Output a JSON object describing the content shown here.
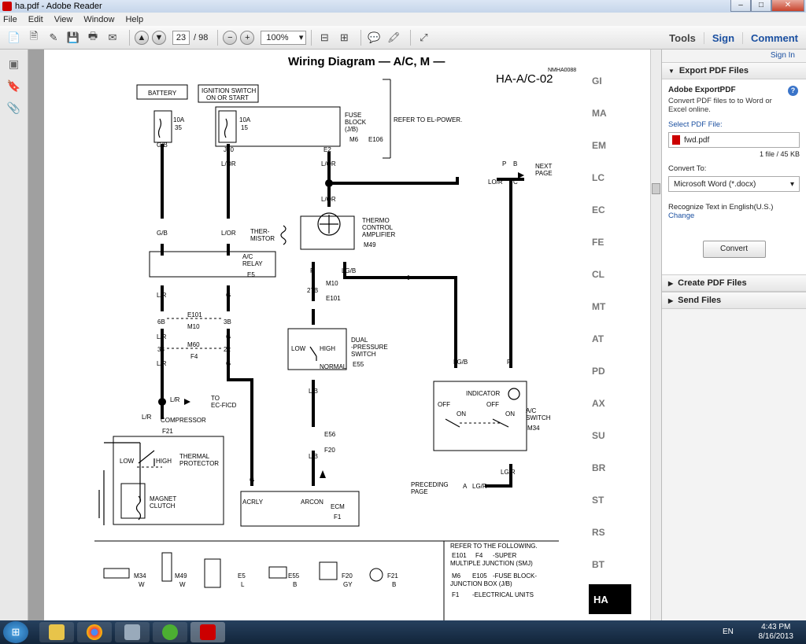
{
  "window": {
    "title": "ha.pdf - Adobe Reader"
  },
  "menu": [
    "File",
    "Edit",
    "View",
    "Window",
    "Help"
  ],
  "toolbar": {
    "page_current": "23",
    "page_total": "/ 98",
    "zoom": "100%",
    "tools": "Tools",
    "sign": "Sign",
    "comment": "Comment"
  },
  "pane": {
    "sign_in": "Sign In",
    "export_title": "Export PDF Files",
    "export_service": "Adobe ExportPDF",
    "export_desc": "Convert PDF files to to Word or Excel online.",
    "select_label": "Select PDF File:",
    "file_name": "fwd.pdf",
    "file_count": "1 file / 45 KB",
    "convert_to_label": "Convert To:",
    "convert_format": "Microsoft Word (*.docx)",
    "recognize": "Recognize Text in English(U.S.)",
    "change": "Change",
    "convert_button": "Convert",
    "create_title": "Create PDF Files",
    "send_title": "Send Files"
  },
  "doc": {
    "title": "Wiring Diagram — A/C, M —",
    "code": "HA-A/C-02",
    "ref_code": "NMHA0088",
    "side_tabs": [
      "GI",
      "MA",
      "EM",
      "LC",
      "EC",
      "FE",
      "CL",
      "MT",
      "AT",
      "PD",
      "AX",
      "SU",
      "BR",
      "ST",
      "RS",
      "BT"
    ],
    "active_tab": "HA",
    "labels": {
      "battery": "BATTERY",
      "ign1": "IGNITION SWITCH",
      "ign2": "ON OR START",
      "fuse10a_1": "10A",
      "fuse35": "35",
      "fuse10a_2": "10A",
      "fuse15": "15",
      "fuseblock1": "FUSE",
      "fuseblock2": "BLOCK",
      "fuseblock3": "(J/B)",
      "m6": "M6",
      "e106": "E106",
      "refer_power": "REFER TO EL-POWER.",
      "j10": "J10",
      "e2": "E2",
      "gb1": "G/B",
      "lor1": "L/OR",
      "lor2": "L/OR",
      "lor3": "L/OR",
      "p1": "P",
      "b1": "B",
      "lor4": "LO/R",
      "c1": "C",
      "next_page1": "NEXT",
      "next_page2": "PAGE",
      "ther1": "THER-",
      "ther2": "MISTOR",
      "thermo1": "THERMO",
      "thermo2": "CONTROL",
      "thermo3": "AMPLIFIER",
      "m49": "M49",
      "gb2": "G/B",
      "lor5": "L/OR",
      "ac_relay1": "A/C",
      "ac_relay2": "RELAY",
      "e5": "E5",
      "r1": "R",
      "lgb1": "LG/B",
      "m10": "M10",
      "c27b": "27B",
      "e101": "E101",
      "lr1": "L/R",
      "g1": "G",
      "c6b": "6B",
      "c3b": "3B",
      "e101b": "E101",
      "m10b": "M10",
      "lr2": "L/R",
      "g2": "G",
      "c33": "33",
      "c22": "22",
      "m60": "M60",
      "f4": "F4",
      "lr3": "L/R",
      "g3": "G",
      "dual1": "DUAL",
      "dual2": "-PRESSURE",
      "dual3": "SWITCH",
      "e55": "E55",
      "low1": "LOW",
      "high1": "HIGH",
      "normal": "NORMAL",
      "lgb2": "LG/B",
      "p2": "P",
      "lb1": "L/B",
      "lr4": "L/R",
      "to_ec1": "TO",
      "to_ec2": "EC-FICD",
      "lr5": "L/R",
      "compressor": "COMPRESSOR",
      "f21": "F21",
      "low2": "LOW",
      "high2": "HIGH",
      "thermal1": "THERMAL",
      "thermal2": "PROTECTOR",
      "magnet1": "MAGNET",
      "magnet2": "CLUTCH",
      "indicator": "INDICATOR",
      "off1": "OFF",
      "on1": "ON",
      "off2": "OFF",
      "on2": "ON",
      "acsw1": "A/C",
      "acsw2": "SWITCH",
      "m34": "M34",
      "e56": "E56",
      "f20": "F20",
      "lb2": "L/B",
      "g4": "G",
      "acrly": "ACRLY",
      "arcon": "ARCON",
      "ecm": "ECM",
      "f1": "F1",
      "lgr": "LG/R",
      "a1": "A",
      "lgr2": "LG/R",
      "preceding1": "PRECEDING",
      "preceding2": "PAGE",
      "refer_following": "REFER TO THE FOLLOWING.",
      "ref1a": "E101",
      "ref1b": "F4",
      "ref1c": "-SUPER",
      "ref1d": "MULTIPLE JUNCTION (SMJ)",
      "ref2a": "M6",
      "ref2b": "E105",
      "ref2c": "-FUSE BLOCK-",
      "ref2d": "JUNCTION BOX (J/B)",
      "ref3a": "F1",
      "ref3b": "-ELECTRICAL UNITS",
      "conn_m34": "M34",
      "conn_m34c": "W",
      "conn_m49": "M49",
      "conn_m49c": "W",
      "conn_e5": "E5",
      "conn_e5c": "L",
      "conn_e55": "E55",
      "conn_e55c": "B",
      "conn_f20": "F20",
      "conn_f20c": "GY",
      "conn_f21": "F21",
      "conn_f21c": "B"
    }
  },
  "taskbar": {
    "lang": "EN",
    "time": "4:43 PM",
    "date": "8/16/2013"
  }
}
